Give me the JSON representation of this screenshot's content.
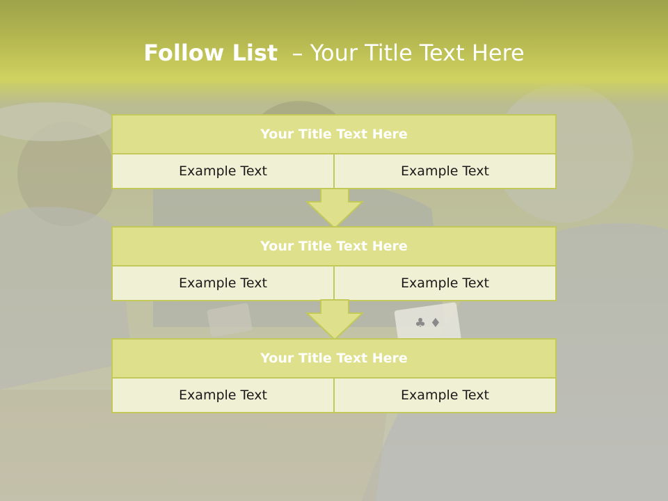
{
  "slide": {
    "title_bold": "Follow List",
    "title_rest": "– Your Title Text Here",
    "colors": {
      "band": "#cfd25f",
      "header": "#dfe08b",
      "cell": "#f0f0d4",
      "border": "#c2c85a",
      "text": "#1a1a1a"
    }
  },
  "blocks": [
    {
      "title": "Your Title Text Here",
      "left": "Example Text",
      "right": "Example Text"
    },
    {
      "title": "Your Title Text Here",
      "left": "Example Text",
      "right": "Example Text"
    },
    {
      "title": "Your Title Text Here",
      "left": "Example Text",
      "right": "Example Text"
    }
  ],
  "arrow_icon": "down-arrow-icon"
}
